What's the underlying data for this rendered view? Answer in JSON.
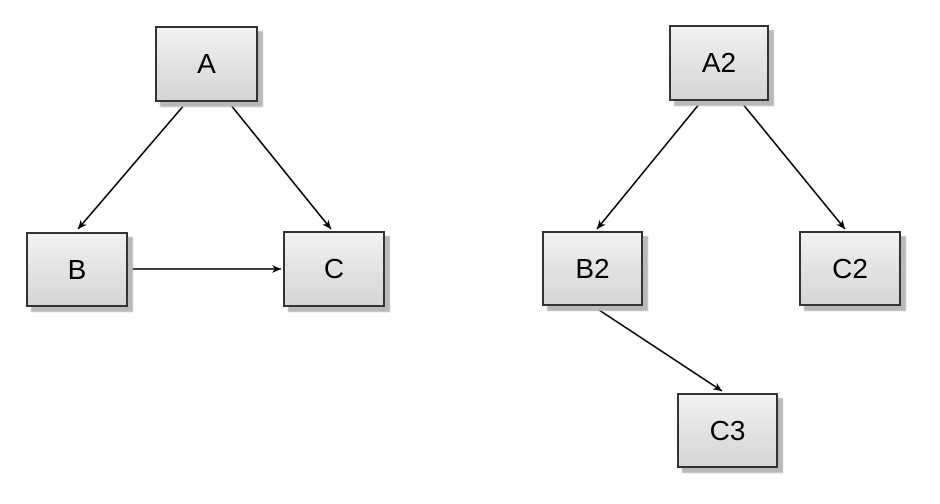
{
  "diagram": {
    "type": "directed-graph",
    "graphs": [
      {
        "name": "left-graph",
        "nodes": [
          {
            "id": "A",
            "label": "A"
          },
          {
            "id": "B",
            "label": "B"
          },
          {
            "id": "C",
            "label": "C"
          }
        ],
        "edges": [
          {
            "from": "A",
            "to": "B"
          },
          {
            "from": "A",
            "to": "C"
          },
          {
            "from": "B",
            "to": "C"
          }
        ]
      },
      {
        "name": "right-graph",
        "nodes": [
          {
            "id": "A2",
            "label": "A2"
          },
          {
            "id": "B2",
            "label": "B2"
          },
          {
            "id": "C2",
            "label": "C2"
          },
          {
            "id": "C3",
            "label": "C3"
          }
        ],
        "edges": [
          {
            "from": "A2",
            "to": "B2"
          },
          {
            "from": "A2",
            "to": "C2"
          },
          {
            "from": "B2",
            "to": "C3"
          }
        ]
      }
    ],
    "colors": {
      "background": "#ffffff",
      "node_fill_top": "#f2f2f2",
      "node_fill_bottom": "#d6d6d6",
      "node_border": "#333333",
      "node_shadow": "#b9b9b9",
      "edge_stroke": "#000000",
      "label_text": "#000000"
    }
  }
}
